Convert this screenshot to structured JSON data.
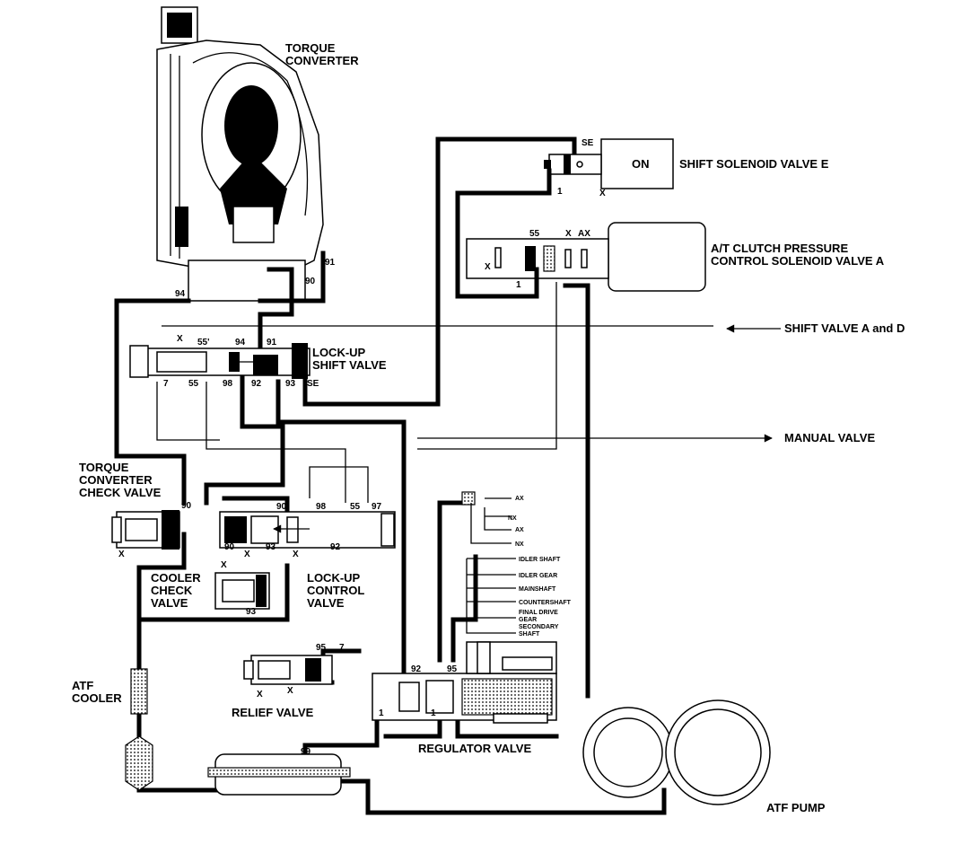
{
  "labels": {
    "torque_converter": [
      "TORQUE",
      "CONVERTER"
    ],
    "shift_solenoid_e": "SHIFT SOLENOID VALVE E",
    "solenoid_state": "ON",
    "clutch_solenoid_a": [
      "A/T CLUTCH PRESSURE",
      "CONTROL SOLENOID VALVE A"
    ],
    "shift_valve_a_d": "SHIFT VALVE A and D",
    "lockup_shift_valve": [
      "LOCK-UP",
      "SHIFT VALVE"
    ],
    "manual_valve": "MANUAL VALVE",
    "tc_check_valve": [
      "TORQUE",
      "CONVERTER",
      "CHECK VALVE"
    ],
    "cooler_check_valve": [
      "COOLER",
      "CHECK",
      "VALVE"
    ],
    "lockup_control_valve": [
      "LOCK-UP",
      "CONTROL",
      "VALVE"
    ],
    "atf_cooler": [
      "ATF",
      "COOLER"
    ],
    "relief_valve": "RELIEF VALVE",
    "regulator_valve": "REGULATOR VALVE",
    "atf_pump": "ATF PUMP",
    "lube": [
      "IDLER SHAFT",
      "IDLER GEAR",
      "MAINSHAFT",
      "COUNTERSHAFT",
      "FINAL DRIVE",
      "GEAR",
      "SECONDARY",
      "SHAFT"
    ]
  },
  "ports": {
    "p91a": "91",
    "p90a": "90",
    "p94a": "94",
    "se1": "SE",
    "one_a": "1",
    "x_a": "X",
    "p55_sol": "55",
    "x_sol": "X",
    "ax_sol": "AX",
    "x_sol2": "X",
    "one_sol": "1",
    "x_ls": "X",
    "p55p": "55'",
    "p94b": "94",
    "p91b": "91",
    "p7a": "7",
    "p55a": "55",
    "p98": "98",
    "p92a": "92",
    "p93a": "93",
    "se2": "SE",
    "p90b": "90",
    "p93b": "93",
    "x_tc": "X",
    "p90c": "90",
    "p98b": "98",
    "p55b": "55",
    "p97": "97",
    "p90d": "90",
    "x_lc1": "X",
    "p93c": "93",
    "x_lc2": "X",
    "p92b": "92",
    "x_cc": "X",
    "p93d": "93",
    "ax1": "AX",
    "nx1": "NX",
    "ax2": "AX",
    "nx2": "NX",
    "p95a": "95",
    "p7b": "7",
    "x_rv1": "X",
    "x_rv2": "X",
    "p92c": "92",
    "p95b": "95",
    "one_r1": "1",
    "one_r2": "1",
    "p99": "99"
  }
}
